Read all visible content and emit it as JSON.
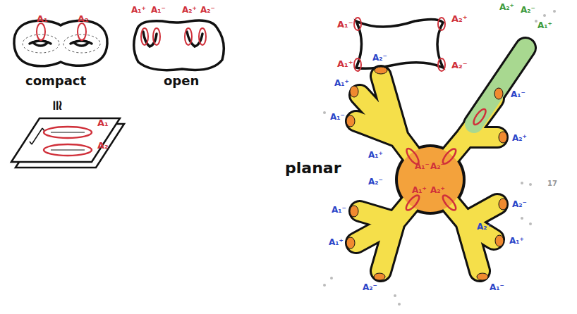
{
  "diagram": {
    "labels": [
      "A₁",
      "A₂",
      "compact",
      "≅",
      "A₁⁺",
      "A₁⁻",
      "A₂⁺",
      "A₂⁻",
      "open",
      "A₁⁻",
      "A₂⁺",
      "A₁⁺",
      "A₂⁻",
      "A₁",
      "A₂",
      "planar",
      "A₂⁺",
      "A₂⁻",
      "A₁⁺",
      "A₂⁻",
      "A₁⁺",
      "A₁⁻",
      "A₁⁺",
      "A₁⁻",
      "A₂⁺",
      "A₂⁻",
      "A₁⁺",
      "A₁⁻",
      "A₁⁻",
      "A₁⁺",
      "A₂⁻",
      "A₁⁻",
      "A₂⁻",
      "A₁⁺",
      "A₂⁺",
      "A₂⁻",
      "A₂⁺",
      "17"
    ]
  }
}
